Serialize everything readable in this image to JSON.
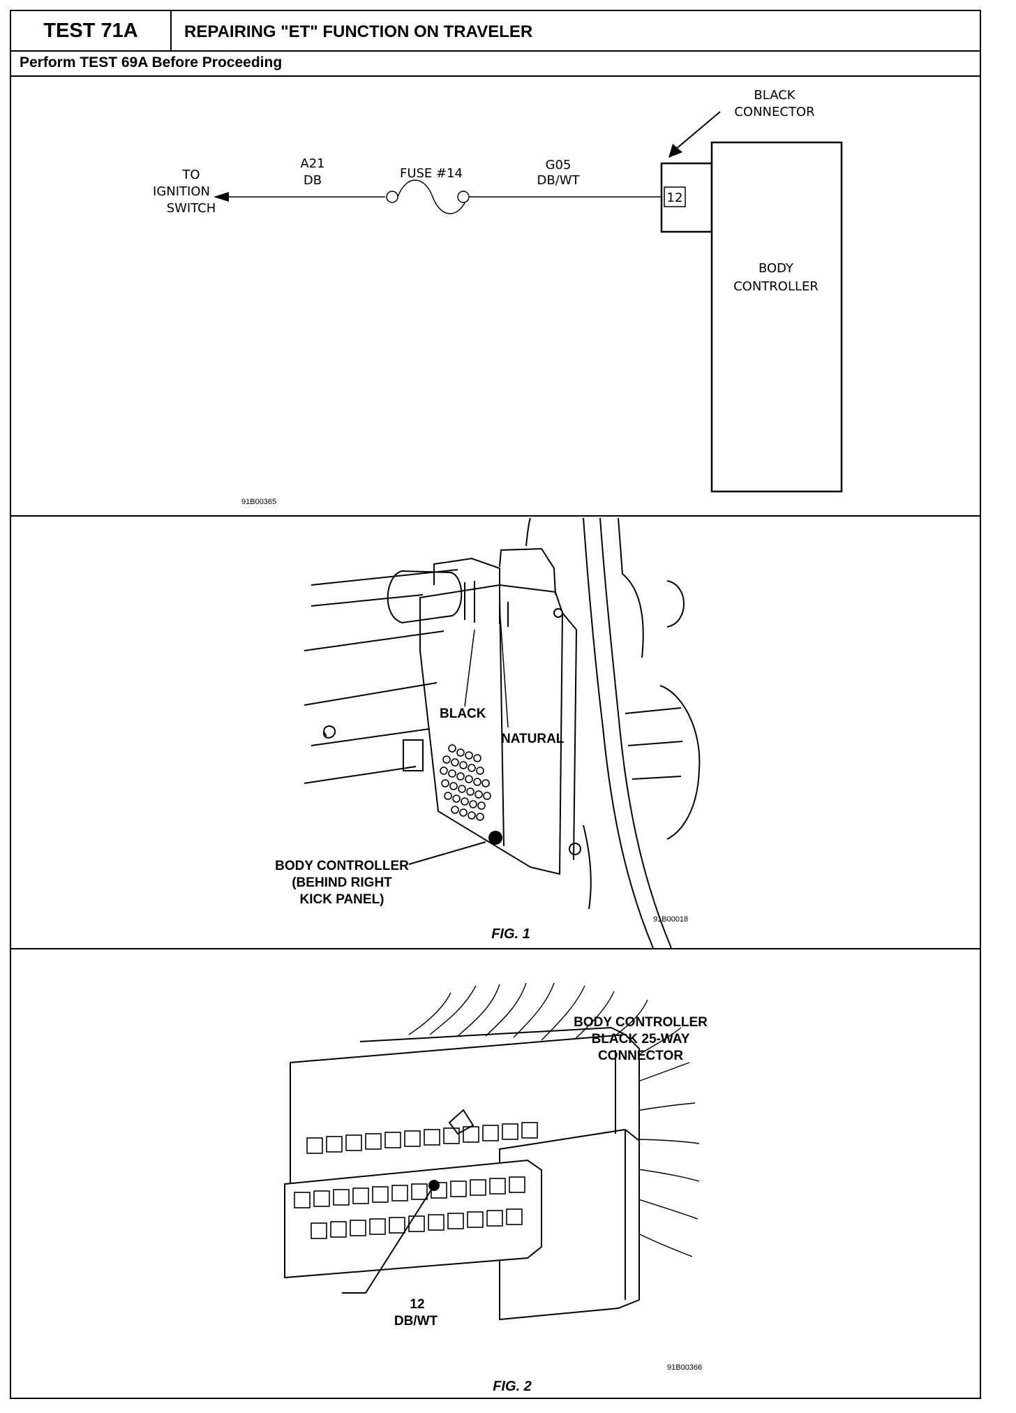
{
  "header": {
    "test_id": "TEST 71A",
    "title": "REPAIRING \"ET\" FUNCTION ON TRAVELER",
    "prerequisite": "Perform TEST 69A Before Proceeding"
  },
  "schematic": {
    "destination": [
      "TO",
      "IGNITION",
      "SWITCH"
    ],
    "wire_left": [
      "A21",
      "DB"
    ],
    "fuse": "FUSE  #14",
    "wire_right": [
      "G05",
      "DB/WT"
    ],
    "connector_label": [
      "BLACK",
      "CONNECTOR"
    ],
    "pin": "12",
    "module": [
      "BODY",
      "CONTROLLER"
    ],
    "code": "91B00365"
  },
  "fig1": {
    "label_black": "BLACK",
    "label_natural": "NATURAL",
    "callout": [
      "BODY CONTROLLER",
      "(BEHIND RIGHT",
      "KICK PANEL)"
    ],
    "code": "91B00018",
    "caption": "FIG. 1"
  },
  "fig2": {
    "title": [
      "BODY CONTROLLER",
      "BLACK 25-WAY",
      "CONNECTOR"
    ],
    "pin": "12",
    "wire": "DB/WT",
    "code": "91B00366",
    "caption": "FIG. 2"
  }
}
